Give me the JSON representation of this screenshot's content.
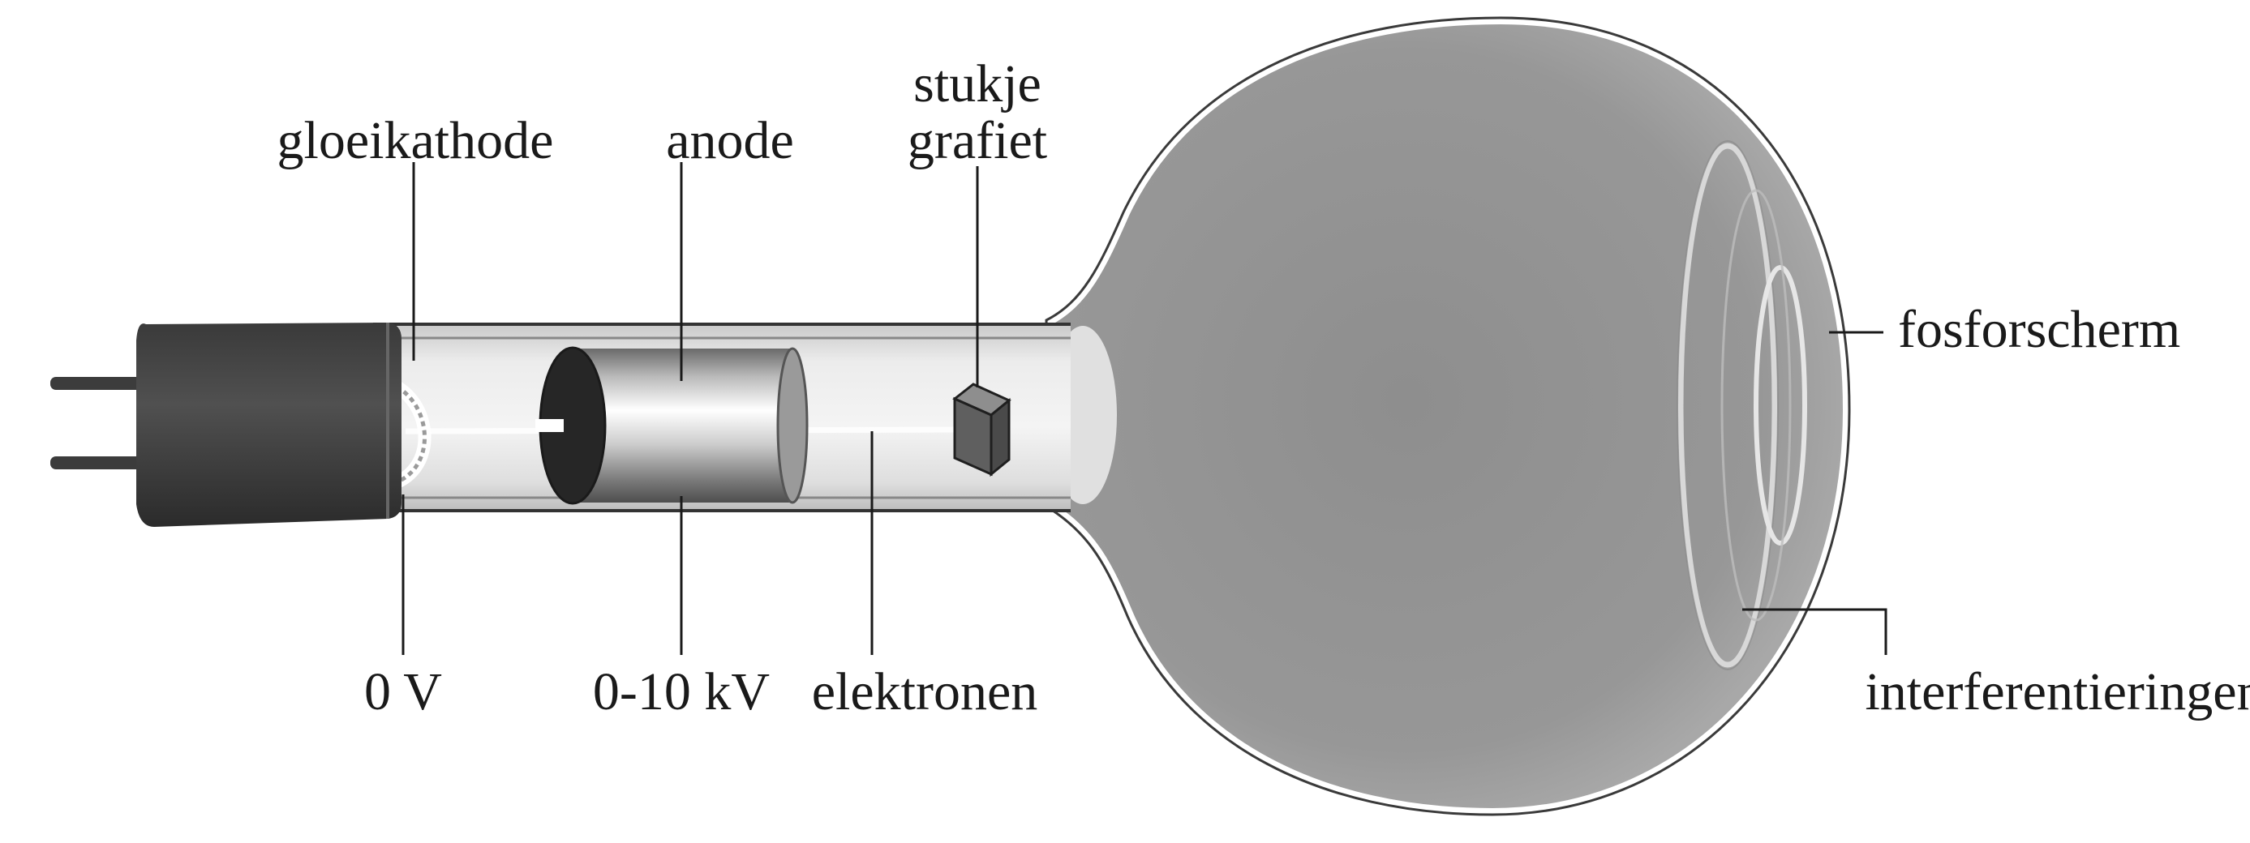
{
  "labels": {
    "gloeikathode": "gloeikathode",
    "anode": "anode",
    "stukje": "stukje",
    "grafiet": "grafiet",
    "fosforscherm": "fosforscherm",
    "zero_v": "0 V",
    "anode_voltage": "0-10 kV",
    "elektronen": "elektronen",
    "interferentieringen": "interferentieringen"
  }
}
